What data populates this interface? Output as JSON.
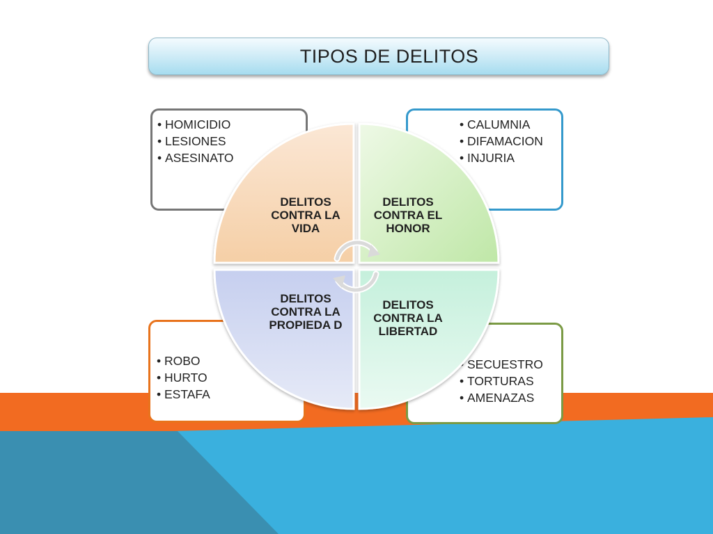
{
  "title": "TIPOS DE DELITOS",
  "colors": {
    "orange_band": "#f26b21",
    "blue_band": "#3ab0de",
    "teal_band": "#3a8fb1",
    "quad_vida": "#f9dfc4",
    "quad_honor": "#d4f0c6",
    "quad_propiedad": "#d3daf0",
    "quad_libertad": "#d4f5e5"
  },
  "quadrants": {
    "vida": "DELITOS CONTRA LA VIDA",
    "honor": "DELITOS CONTRA EL HONOR",
    "propiedad": "DELITOS CONTRA LA PROPIEDA D",
    "libertad": "DELITOS CONTRA LA LIBERTAD"
  },
  "cards": {
    "vida": [
      "HOMICIDIO",
      "LESIONES",
      "ASESINATO"
    ],
    "honor": [
      "CALUMNIA",
      "DIFAMACION",
      "INJURIA"
    ],
    "propiedad": [
      "ROBO",
      "HURTO",
      "ESTAFA"
    ],
    "libertad": [
      "SECUESTRO",
      "TORTURAS",
      "AMENAZAS"
    ]
  },
  "icons": {
    "center": "cycle-arrows-icon"
  }
}
